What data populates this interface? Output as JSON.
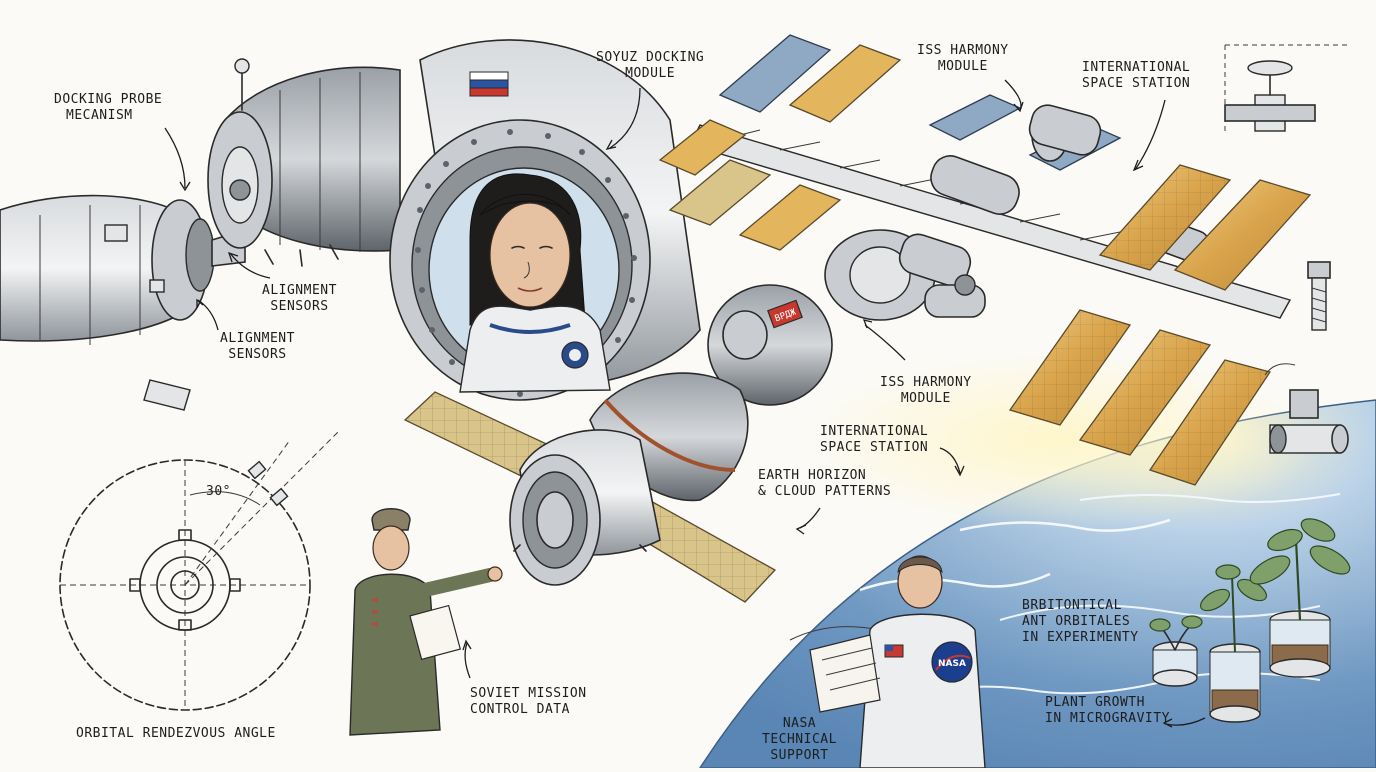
{
  "labels": {
    "docking_probe": [
      "DOCKING PROBE",
      "MECANISM"
    ],
    "alignment_1": [
      "ALIGNMENT",
      "SENSORS"
    ],
    "alignment_2": [
      "ALIGNMENT",
      "SENSORS"
    ],
    "soyuz_module": [
      "SOYUZ DOCKING",
      "MODULE"
    ],
    "iss_harmony_top": [
      "ISS HARMONY",
      "MODULE"
    ],
    "iss_top": [
      "INTERNATIONAL",
      "SPACE STATION"
    ],
    "iss_harmony_mid": [
      "ISS HARMONY",
      "MODULE"
    ],
    "iss_mid": [
      "INTERNATIONAL",
      "SPACE STATION"
    ],
    "earth_horizon": [
      "EARTH HORIZON",
      "& CLOUD PATTERNS"
    ],
    "angle_value": "30°",
    "orbital_angle": "ORBITAL RENDEZVOUS ANGLE",
    "soviet_mission": [
      "SOVIET MISSION",
      "CONTROL DATA"
    ],
    "nasa_support": [
      "NASA",
      "TECHNICAL",
      "SUPPORT"
    ],
    "botanical": [
      "BRBITONTICAL",
      "ANT ORBITALES",
      "IN EXPERIMENTY"
    ],
    "plant_growth": [
      "PLANT GROWTH",
      "IN MICROGRAVITY"
    ],
    "nasa_patch": "NASA",
    "soyuz_marking": "ВРДЖ"
  },
  "colors": {
    "paper": "#fbfaf6",
    "ink": "#2a2a2a",
    "earth_blue": "#8fb3d4",
    "sunlight": "#f4e6a8",
    "solar_gold": "#e3b55c"
  }
}
